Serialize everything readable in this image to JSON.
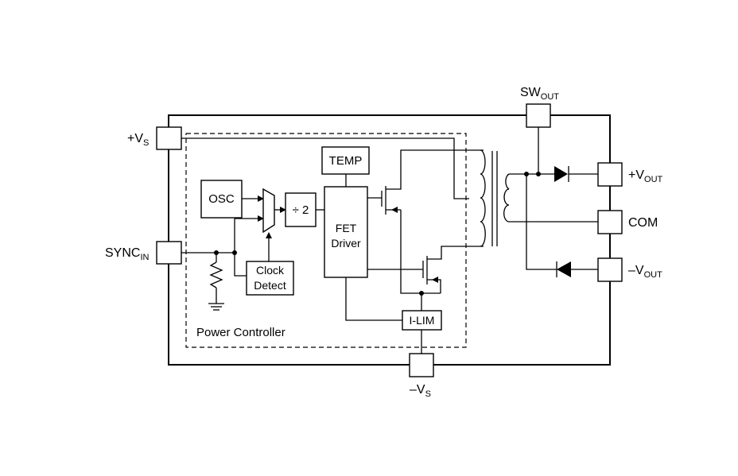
{
  "pins": {
    "vs_plus": {
      "main": "+V",
      "sub": "S"
    },
    "sync_in": {
      "main": "SYNC",
      "sub": "IN"
    },
    "sw_out": {
      "main": "SW",
      "sub": "OUT"
    },
    "vout_plus": {
      "main": "+V",
      "sub": "OUT"
    },
    "com": {
      "main": "COM"
    },
    "vout_minus": {
      "main": "–V",
      "sub": "OUT"
    },
    "vs_minus": {
      "main": "–V",
      "sub": "S"
    }
  },
  "blocks": {
    "osc": "OSC",
    "div2": "÷ 2",
    "clock_detect": [
      "Clock",
      "Detect"
    ],
    "temp": "TEMP",
    "fet_driver": [
      "FET",
      "Driver"
    ],
    "ilim": "I-LIM",
    "power_controller": "Power Controller"
  }
}
